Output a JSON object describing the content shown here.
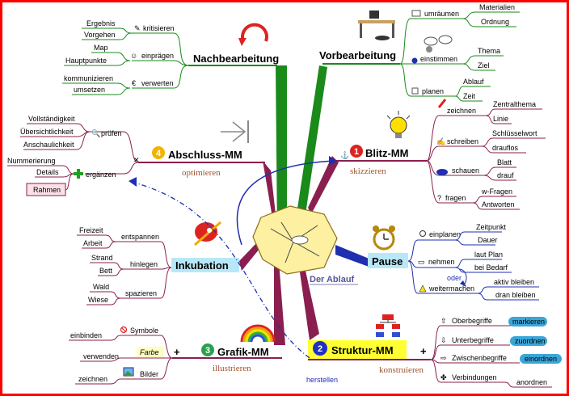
{
  "center": {
    "label": "Der Ablauf"
  },
  "branches": {
    "nachbearbeitung": {
      "title": "Nachbearbeitung",
      "items": [
        {
          "label": "kritisieren",
          "children": [
            "Ergebnis",
            "Vorgehen"
          ]
        },
        {
          "label": "einprägen",
          "children": [
            "Map",
            "Hauptpunkte"
          ]
        },
        {
          "label": "verwerten",
          "children": [
            "kommunizieren",
            "umsetzen"
          ]
        }
      ]
    },
    "vorbearbeitung": {
      "title": "Vorbearbeitung",
      "items": [
        {
          "label": "umräumen",
          "children": [
            "Materialien",
            "Ordnung"
          ]
        },
        {
          "label": "einstimmen",
          "children": [
            "Thema",
            "Ziel"
          ]
        },
        {
          "label": "planen",
          "children": [
            "Ablauf",
            "Zeit"
          ]
        }
      ]
    },
    "abschluss": {
      "title": "Abschluss-MM",
      "number": "4",
      "subtitle": "optimieren",
      "items": [
        {
          "label": "prüfen",
          "children": [
            "Vollständigkeit",
            "Übersichtlichkeit",
            "Anschaulichkeit"
          ]
        },
        {
          "label": "ergänzen",
          "children": [
            "Nummerierung",
            "Details",
            "Rahmen"
          ]
        }
      ]
    },
    "blitz": {
      "title": "Blitz-MM",
      "number": "1",
      "subtitle": "skizzieren",
      "items": [
        {
          "label": "zeichnen",
          "children": [
            "Zentralthema",
            "Linie"
          ]
        },
        {
          "label": "schreiben",
          "children": [
            "Schlüsselwort",
            "drauflos"
          ]
        },
        {
          "label": "schauen",
          "children": [
            "Blatt",
            "drauf"
          ]
        },
        {
          "label": "fragen",
          "children": [
            "w-Fragen",
            "Antworten"
          ]
        }
      ]
    },
    "inkubation": {
      "title": "Inkubation",
      "items": [
        {
          "label": "entspannen",
          "children": [
            "Freizeit",
            "Arbeit"
          ]
        },
        {
          "label": "hinlegen",
          "children": [
            "Strand",
            "Bett"
          ]
        },
        {
          "label": "spazieren",
          "children": [
            "Wald",
            "Wiese"
          ]
        }
      ]
    },
    "pause": {
      "title": "Pause",
      "items": [
        {
          "label": "einplanen",
          "children": [
            "Zeitpunkt",
            "Dauer"
          ]
        },
        {
          "label": "nehmen",
          "children": [
            "laut Plan",
            "bei Bedarf"
          ]
        },
        {
          "label": "weitermachen",
          "children": [
            "aktiv bleiben",
            "dran bleiben"
          ]
        }
      ],
      "connector": "oder"
    },
    "grafik": {
      "title": "Grafik-MM",
      "number": "3",
      "subtitle": "illustrieren",
      "plus": "+",
      "items": [
        {
          "label": "Symbole",
          "left": "einbinden"
        },
        {
          "label": "Farbe",
          "left": "verwenden"
        },
        {
          "label": "Bilder",
          "left": "zeichnen"
        }
      ]
    },
    "struktur": {
      "title": "Struktur-MM",
      "number": "2",
      "subtitle": "konstruieren",
      "plus": "+",
      "items": [
        {
          "label": "Oberbegriffe",
          "right": "markieren"
        },
        {
          "label": "Unterbegriffe",
          "right": "zuordnen"
        },
        {
          "label": "Zwischenbegriffe",
          "right": "einordnen"
        },
        {
          "label": "Verbindungen",
          "right": "anordnen"
        }
      ],
      "link": "herstellen"
    }
  },
  "colors": {
    "frame": "#ff0000",
    "green": "#1a8a1a",
    "purple": "#8a1f4f",
    "blue": "#1f2fb0",
    "yellow": "#ffff33",
    "pill": "#3aa6d8"
  }
}
